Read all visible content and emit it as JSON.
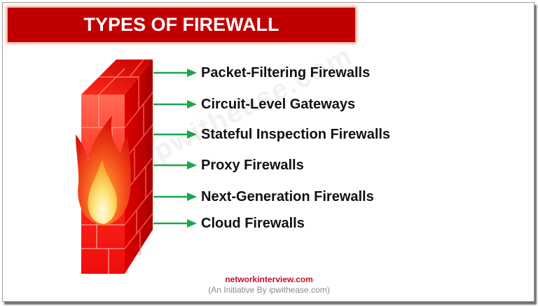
{
  "header": {
    "title": "TYPES OF FIREWALL",
    "banner_color": "#c00000"
  },
  "illustration": {
    "icon": "firewall-brick-wall-with-flame-icon",
    "wall_color": "#e00000",
    "flame_colors": [
      "#e8170b",
      "#f6791a",
      "#fde27a"
    ]
  },
  "arrow_color": "#1aa64a",
  "firewall_types": [
    {
      "label": "Packet-Filtering Firewalls"
    },
    {
      "label": "Circuit-Level Gateways"
    },
    {
      "label": "Stateful Inspection Firewalls"
    },
    {
      "label": "Proxy Firewalls"
    },
    {
      "label": "Next-Generation Firewalls"
    },
    {
      "label": "Cloud Firewalls"
    }
  ],
  "watermark": "ipwithease.com",
  "footer": {
    "site": "networkinterview.com",
    "tagline": "(An Initiative By ipwithease.com)"
  }
}
